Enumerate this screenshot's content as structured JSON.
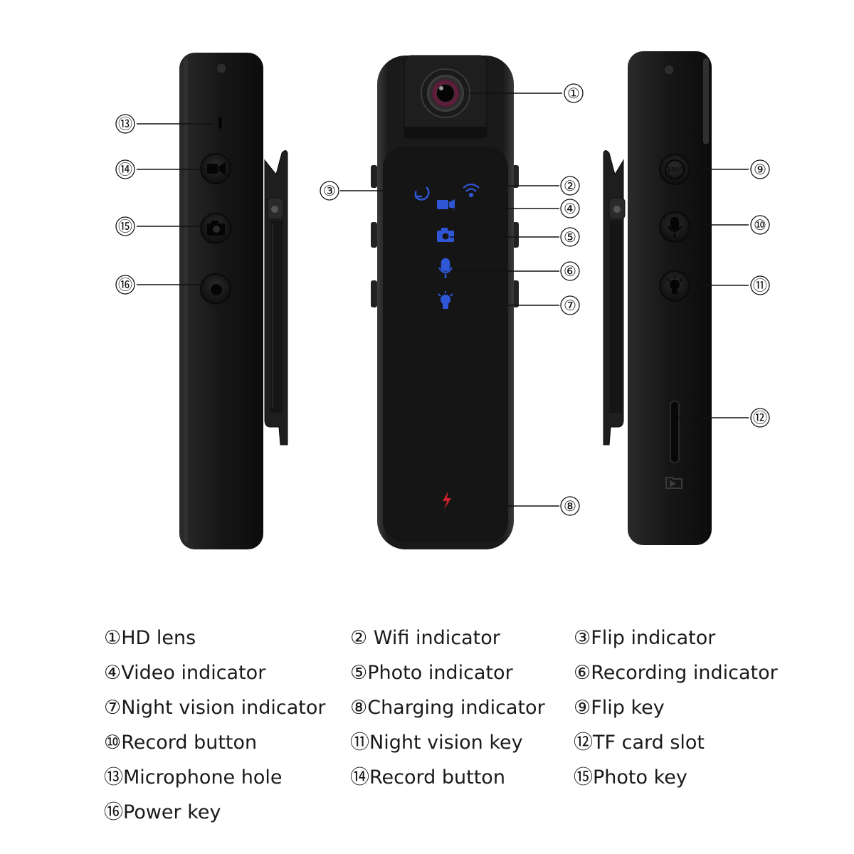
{
  "callouts": [
    {
      "num": "①",
      "label": "HD lens"
    },
    {
      "num": "②",
      "label": " Wifi indicator"
    },
    {
      "num": "③",
      "label": "Flip indicator"
    },
    {
      "num": "④",
      "label": "Video indicator"
    },
    {
      "num": "⑤",
      "label": "Photo indicator"
    },
    {
      "num": "⑥",
      "label": "Recording indicator"
    },
    {
      "num": "⑦",
      "label": "Night vision indicator"
    },
    {
      "num": "⑧",
      "label": "Charging indicator"
    },
    {
      "num": "⑨",
      "label": "Flip key"
    },
    {
      "num": "⑩",
      "label": "Record button"
    },
    {
      "num": "⑪",
      "label": "Night vision key"
    },
    {
      "num": "⑫",
      "label": "TF card slot"
    },
    {
      "num": "⑬",
      "label": "Microphone hole"
    },
    {
      "num": "⑭",
      "label": "Record button"
    },
    {
      "num": "⑮",
      "label": "Photo key"
    },
    {
      "num": "⑯",
      "label": "Power key"
    }
  ],
  "flip_key_label": "180°",
  "colors": {
    "body": "#161616",
    "indicator_blue": "#2f56d6",
    "charging_red": "#c8202a"
  },
  "icons": [
    "video-camera-icon",
    "camera-icon",
    "power-icon",
    "flip-icon",
    "wifi-icon",
    "microphone-icon",
    "lightbulb-icon",
    "lightning-icon",
    "sd-card-icon"
  ]
}
